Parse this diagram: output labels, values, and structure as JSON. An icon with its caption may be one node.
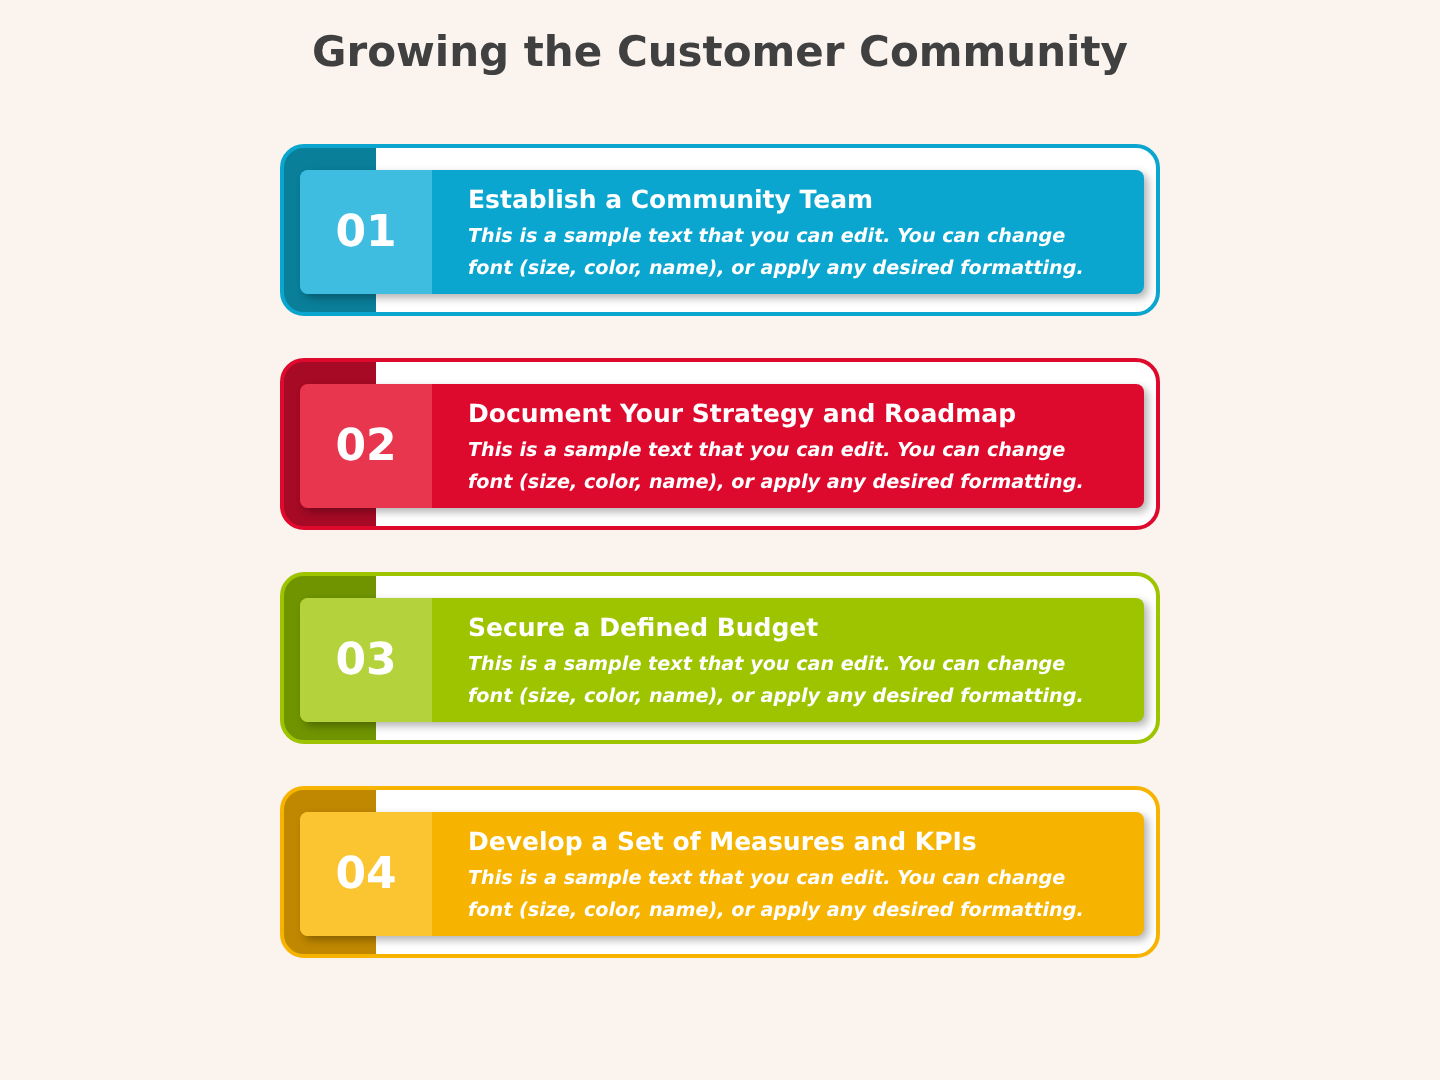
{
  "diagram": {
    "title": "Growing the Customer Community",
    "nodes": [
      {
        "text": [
          "01",
          "Establish a Community Team",
          "This is a sample text that you can edit. You can change font (size, color, name), or apply any desired formatting."
        ]
      },
      {
        "text": [
          "02",
          "Document Your Strategy and Roadmap",
          "This is a sample text that you can edit. You can change font (size, color, name), or apply any desired formatting."
        ]
      },
      {
        "text": [
          "03",
          "Secure a Defined Budget",
          "This is a sample text that you can edit. You can change font (size, color, name), or apply any desired formatting."
        ]
      },
      {
        "text": [
          "04",
          "Develop a Set of Measures and KPIs",
          "This is a sample text that you can edit. You can change font (size, color, name), or apply any desired formatting."
        ]
      }
    ]
  }
}
